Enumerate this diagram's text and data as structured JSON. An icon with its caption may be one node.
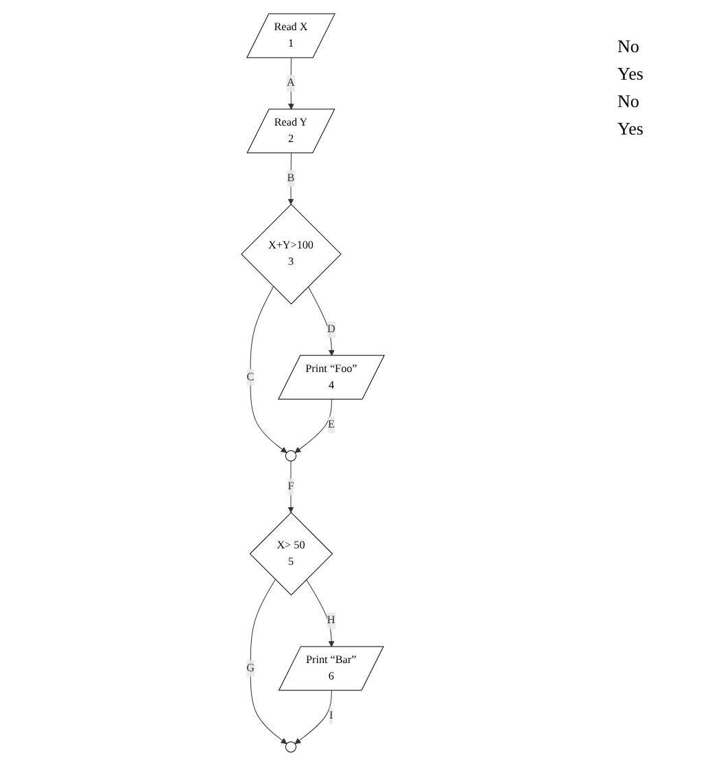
{
  "diagram": {
    "nodes": [
      {
        "text": [
          "Read X",
          "1"
        ]
      },
      {
        "text": [
          "Read Y",
          "2"
        ]
      },
      {
        "text": [
          "X+Y>100",
          "3"
        ]
      },
      {
        "text": [
          "Print “Foo”",
          "4"
        ]
      },
      {
        "text": [],
        "shape": "circle"
      },
      {
        "text": [
          "X> 50",
          "5"
        ]
      },
      {
        "text": [
          "Print “Bar”",
          "6"
        ]
      },
      {
        "text": [],
        "shape": "circle"
      }
    ],
    "edges": [
      {
        "from": 0,
        "to": 1,
        "arrow": "to",
        "label": "A"
      },
      {
        "from": 1,
        "to": 2,
        "arrow": "to",
        "label": "B"
      },
      {
        "from": 2,
        "to": 4,
        "arrow": "to",
        "label": "C"
      },
      {
        "from": 2,
        "to": 3,
        "arrow": "to",
        "label": "D"
      },
      {
        "from": 3,
        "to": 4,
        "arrow": "to",
        "label": "E"
      },
      {
        "from": 4,
        "to": 5,
        "arrow": "to",
        "label": "F"
      },
      {
        "from": 5,
        "to": 7,
        "arrow": "to",
        "label": "G"
      },
      {
        "from": 5,
        "to": 6,
        "arrow": "to",
        "label": "H"
      },
      {
        "from": 6,
        "to": 7,
        "arrow": "to",
        "label": "I"
      }
    ],
    "labels": [
      "No",
      "Yes",
      "No",
      "Yes"
    ]
  }
}
